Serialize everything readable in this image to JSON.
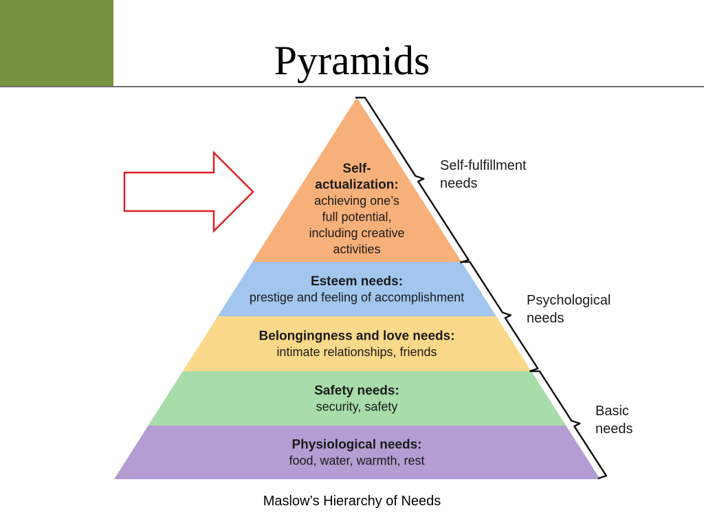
{
  "slide": {
    "title": "Pyramids",
    "caption": "Maslow’s Hierarchy of Needs",
    "accent_color": "#76923c"
  },
  "pyramid": {
    "levels": [
      {
        "title_lines": [
          "Self-",
          "actualization:"
        ],
        "desc_lines": [
          "achieving one’s",
          "full potential,",
          "including creative",
          "activities"
        ],
        "color": "#f8b07a"
      },
      {
        "title_lines": [
          "Esteem needs:"
        ],
        "desc_lines": [
          "prestige and feeling of accomplishment"
        ],
        "color": "#a3c6ee"
      },
      {
        "title_lines": [
          "Belongingness and love needs:"
        ],
        "desc_lines": [
          "intimate relationships, friends"
        ],
        "color": "#fbd98a"
      },
      {
        "title_lines": [
          "Safety needs:"
        ],
        "desc_lines": [
          "security, safety"
        ],
        "color": "#a8dcaa"
      },
      {
        "title_lines": [
          "Physiological needs:"
        ],
        "desc_lines": [
          "food, water, warmth, rest"
        ],
        "color": "#b39dd2"
      }
    ],
    "groups": [
      {
        "label_lines": [
          "Self-fulfillment",
          "needs"
        ]
      },
      {
        "label_lines": [
          "Psychological",
          "needs"
        ]
      },
      {
        "label_lines": [
          "Basic",
          "needs"
        ]
      }
    ],
    "arrow_color": "#e02020"
  }
}
